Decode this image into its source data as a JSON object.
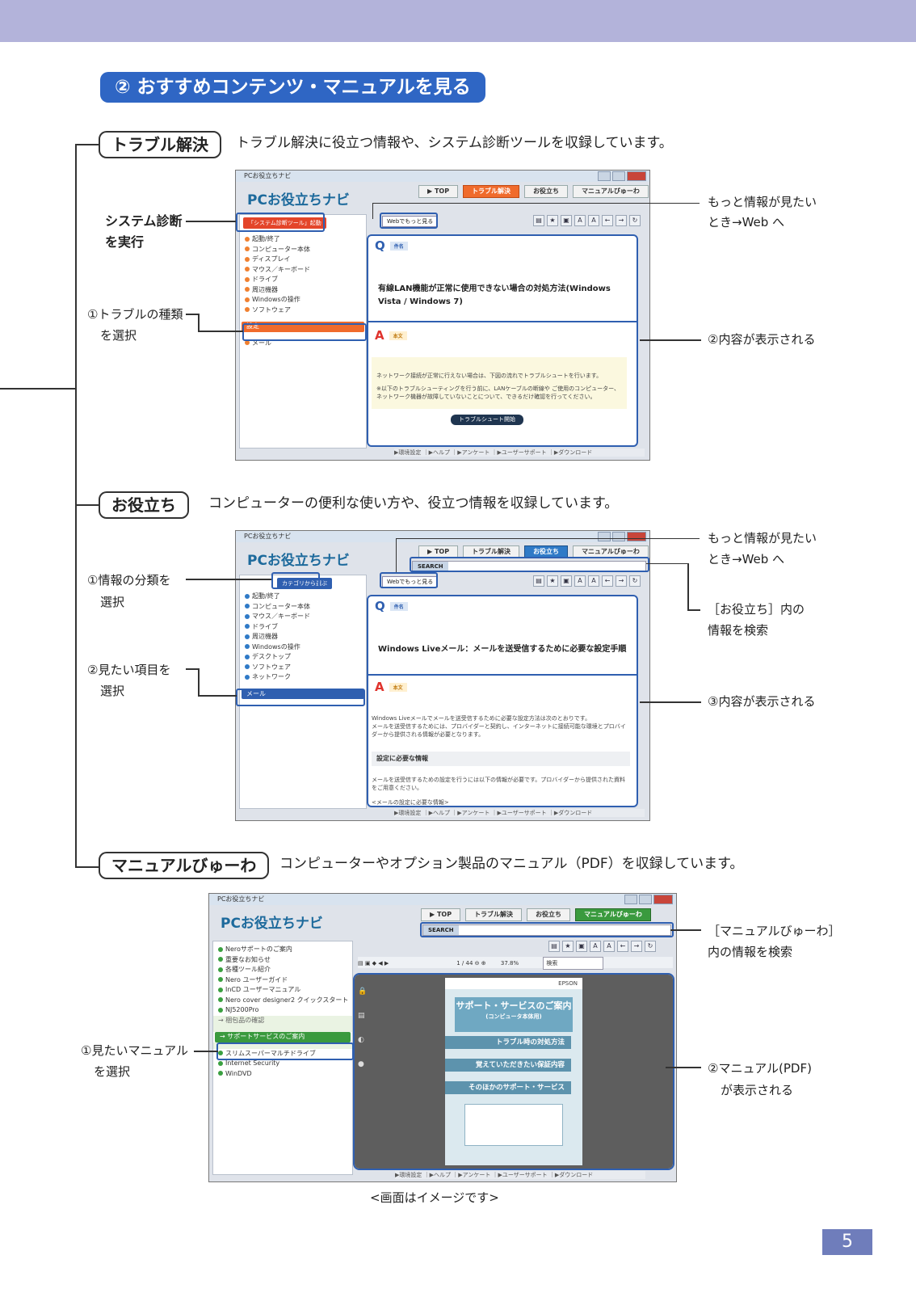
{
  "section_title": "② おすすめコンテンツ・マニュアルを見る",
  "page_number": "5",
  "caption": "<画面はイメージです>",
  "categories": [
    {
      "tag": "トラブル解決",
      "desc": "トラブル解決に役立つ情報や、システム診断ツールを収録しています。"
    },
    {
      "tag": "お役立ち",
      "desc": "コンピューターの便利な使い方や、役立つ情報を収録しています。"
    },
    {
      "tag": "マニュアルびゅーわ",
      "desc": "コンピューターやオプション製品のマニュアル（PDF）を収録しています。"
    }
  ],
  "callouts": {
    "s1_left_1a": "システム診断",
    "s1_left_1b": "を実行",
    "s1_left_2a": "①トラブルの種類",
    "s1_left_2b": "を選択",
    "s1_right_1a": "もっと情報が見たい",
    "s1_right_1b": "とき→Web へ",
    "s1_right_2": "②内容が表示される",
    "s2_left_1a": "①情報の分類を",
    "s2_left_1b": "選択",
    "s2_left_2a": "②見たい項目を",
    "s2_left_2b": "選択",
    "s2_right_1a": "もっと情報が見たい",
    "s2_right_1b": "とき→Web へ",
    "s2_right_2a": "［お役立ち］内の",
    "s2_right_2b": "情報を検索",
    "s2_right_3": "③内容が表示される",
    "s3_right_1a": "［マニュアルびゅーわ］",
    "s3_right_1b": "内の情報を検索",
    "s3_left_1a": "①見たいマニュアル",
    "s3_left_1b": "を選択",
    "s3_right_2a": "②マニュアル(PDF)",
    "s3_right_2b": "が表示される"
  },
  "app": {
    "window_title": "PCお役立ちナビ",
    "logo": "PCお役立ちナビ",
    "tab_top": "▶ TOP",
    "tab_trouble": "トラブル解決",
    "tab_useful": "お役立ち",
    "tab_manual": "マニュアルびゅーわ",
    "search_label": "SEARCH",
    "web_button": "Webでもっと見る",
    "footer": "▶環境設定 ｜▶ヘルプ ｜▶アンケート ｜▶ユーザーサポート ｜▶ダウンロード"
  },
  "shot1": {
    "sidebar_button": "「システム診断ツール」起動",
    "sidebar_items": [
      "起動/終了",
      "コンピューター本体",
      "ディスプレイ",
      "マウス／キーボード",
      "ドライブ",
      "周辺機器",
      "Windowsの操作",
      "ソフトウェア"
    ],
    "selected_item": "設定",
    "last_item": "メール",
    "q_tag": "件名",
    "a_tag": "本文",
    "q_title": "有線LAN機能が正常に使用できない場合の対処方法(Windows Vista / Windows 7)",
    "a_text1": "ネットワーク接続が正常に行えない場合は、下図の流れでトラブルシュートを行います。",
    "a_text2": "※以下のトラブルシューティングを行う前に、LANケーブルの断線や ご使用のコンピューター、ネットワーク機器が故障していないことについて、できるだけ確認を行ってください。",
    "start_button": "トラブルシュート開始"
  },
  "shot2": {
    "sidebar_button": "カテゴリから選ぶ",
    "sidebar_items": [
      "起動/終了",
      "コンピューター本体",
      "マウス／キーボード",
      "ドライブ",
      "周辺機器",
      "Windowsの操作",
      "デスクトップ",
      "ソフトウェア",
      "ネットワーク"
    ],
    "selected_item": "メール",
    "q_tag": "件名",
    "a_tag": "本文",
    "q_title": "Windows Liveメール：メールを送受信するために必要な設定手順",
    "a_text1": "Windows Liveメールでメールを送受信するために必要な設定方法は次のとおりです。",
    "a_text2": "メールを送受信するためには、プロバイダーと契約し、インターネットに接続可能な環境とプロバイダーから提供される情報が必要となります。",
    "sub_heading": "設定に必要な情報",
    "a_text3": "メールを送受信するための設定を行うには以下の情報が必要です。プロバイダーから提供された資料をご用意ください。",
    "a_text4": "<メールの設定に必要な情報>"
  },
  "shot3": {
    "sidebar_items": [
      "Neroサポートのご案内",
      "重要なお知らせ",
      "各種ツール紹介",
      "Nero ユーザーガイド",
      "InCD ユーザーマニュアル",
      "Nero cover designer2 クイックスタート",
      "NJ5200Pro"
    ],
    "sub_item": "→ 梱包品の確認",
    "selected_item": "→ サポートサービスのご案内",
    "after_items": [
      "スリムスーパーマルチドライブ",
      "Internet Security",
      "WinDVD"
    ],
    "page_info": "1 / 44",
    "zoom": "37.8%",
    "search_placeholder": "検索",
    "pdf_brand": "EPSON",
    "pdf_title": "サポート・サービスのご案内",
    "pdf_subtitle": "(コンピュータ本体用)",
    "pdf_bars": [
      "トラブル時の対処方法",
      "覚えていただきたい保証内容",
      "そのほかのサポート・サービス"
    ]
  }
}
